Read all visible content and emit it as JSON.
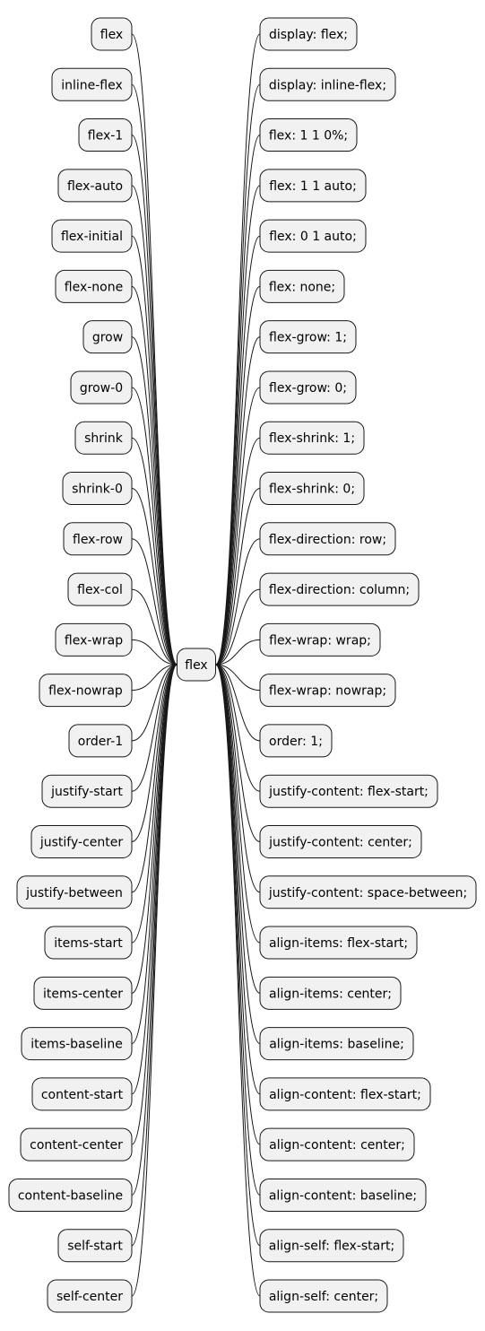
{
  "root": {
    "label": "flex"
  },
  "left_nodes": [
    "flex",
    "inline-flex",
    "flex-1",
    "flex-auto",
    "flex-initial",
    "flex-none",
    "grow",
    "grow-0",
    "shrink",
    "shrink-0",
    "flex-row",
    "flex-col",
    "flex-wrap",
    "flex-nowrap",
    "order-1",
    "justify-start",
    "justify-center",
    "justify-between",
    "items-start",
    "items-center",
    "items-baseline",
    "content-start",
    "content-center",
    "content-baseline",
    "self-start",
    "self-center"
  ],
  "right_nodes": [
    "display: flex;",
    "display: inline-flex;",
    "flex: 1 1 0%;",
    "flex: 1 1 auto;",
    "flex: 0 1 auto;",
    "flex: none;",
    "flex-grow: 1;",
    "flex-grow: 0;",
    "flex-shrink: 1;",
    "flex-shrink: 0;",
    "flex-direction: row;",
    "flex-direction: column;",
    "flex-wrap: wrap;",
    "flex-wrap: nowrap;",
    "order: 1;",
    "justify-content: flex-start;",
    "justify-content: center;",
    "justify-content: space-between;",
    "align-items: flex-start;",
    "align-items: center;",
    "align-items: baseline;",
    "align-content: flex-start;",
    "align-content: center;",
    "align-content: baseline;",
    "align-self: flex-start;",
    "align-self: center;"
  ],
  "colors": {
    "node_fill": "#f1f1f1",
    "stroke": "#181818",
    "background": "#ffffff"
  }
}
